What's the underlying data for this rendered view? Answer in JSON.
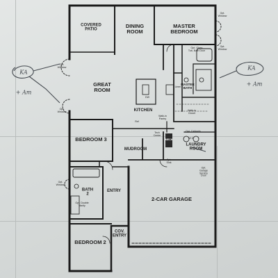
{
  "rooms": {
    "covered_patio": "COVERED\nPATIO",
    "dining_room": "DINING\nROOM",
    "master_bedroom": "MASTER\nBEDROOM",
    "great_room": "GREAT\nROOM",
    "kitchen": "KITCHEN",
    "master_bath": "MASTER\nBATH",
    "bedroom_3": "BEDROOM 3",
    "mudroom": "MUDROOM",
    "laundry_room": "LAUNDRY\nROOM",
    "bath_2": "BATH\n2",
    "entry": "ENTRY",
    "garage": "2-CAR GARAGE",
    "cov_entry": "COV.\nENTRY",
    "bedroom_2": "BEDROOM 2"
  },
  "notes": {
    "opt_window_top_right": "Opt.\nWindow",
    "opt_window_right": "Opt.\nWindow",
    "opt_glass_tub": "Opt. Glass\nTub, Bath Door",
    "opt_window_left_1": "Opt.\nWindow",
    "opt_window_left_2": "Opt.\nWindow",
    "linen": "Linen",
    "walk_in_closet": "Walk-in\nCloset",
    "walk_in_pantry": "Walk-in\nPantry",
    "ref": "Ref",
    "dw": "DW",
    "tech_center": "Tech\nCenter",
    "mech": "MECH",
    "opt_cabinets": "Opt. Cabinets",
    "wd": "W    D",
    "opt_sink": "Opt.\nSink",
    "opt_garage_service_door": "Opt.\nGarage\nService\nDoor",
    "opt_window_bath": "Opt.\nWindow",
    "opt_double_vanity": "Opt. Double\nVanity"
  },
  "handwriting": {
    "left_note_1": "KA",
    "left_note_2": "+ Am",
    "right_note_1": "KA",
    "right_note_2": "+ Am"
  }
}
